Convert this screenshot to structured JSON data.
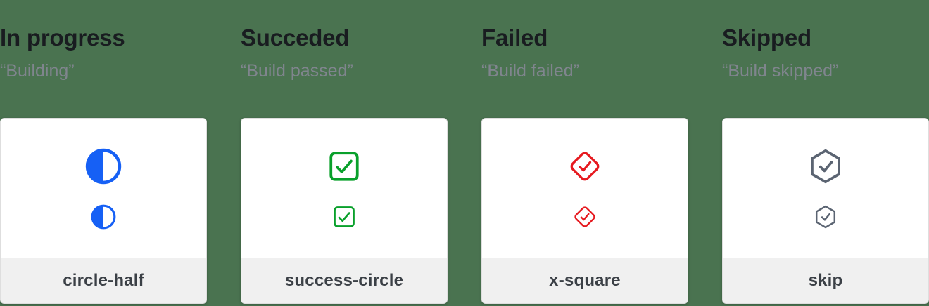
{
  "theme": {
    "background": "#4A7350",
    "card_background": "#FFFFFF",
    "card_footer_background": "#F0F0F0",
    "title_color": "#191C20",
    "subtitle_color": "#80858E",
    "label_color": "#3B4046"
  },
  "columns": [
    {
      "title": "In progress",
      "subtitle": "“Building”",
      "icon": "circle-half-icon",
      "label": "circle-half",
      "color": "#1660F5"
    },
    {
      "title": "Succeded",
      "subtitle": "“Build passed”",
      "icon": "check-square-icon",
      "label": "success-circle",
      "color": "#09A02B"
    },
    {
      "title": "Failed",
      "subtitle": "“Build failed”",
      "icon": "diamond-check-icon",
      "label": "x-square",
      "color": "#E6191F"
    },
    {
      "title": "Skipped",
      "subtitle": "“Build skipped”",
      "icon": "hexagon-check-icon",
      "label": "skip",
      "color": "#5B6472"
    }
  ]
}
